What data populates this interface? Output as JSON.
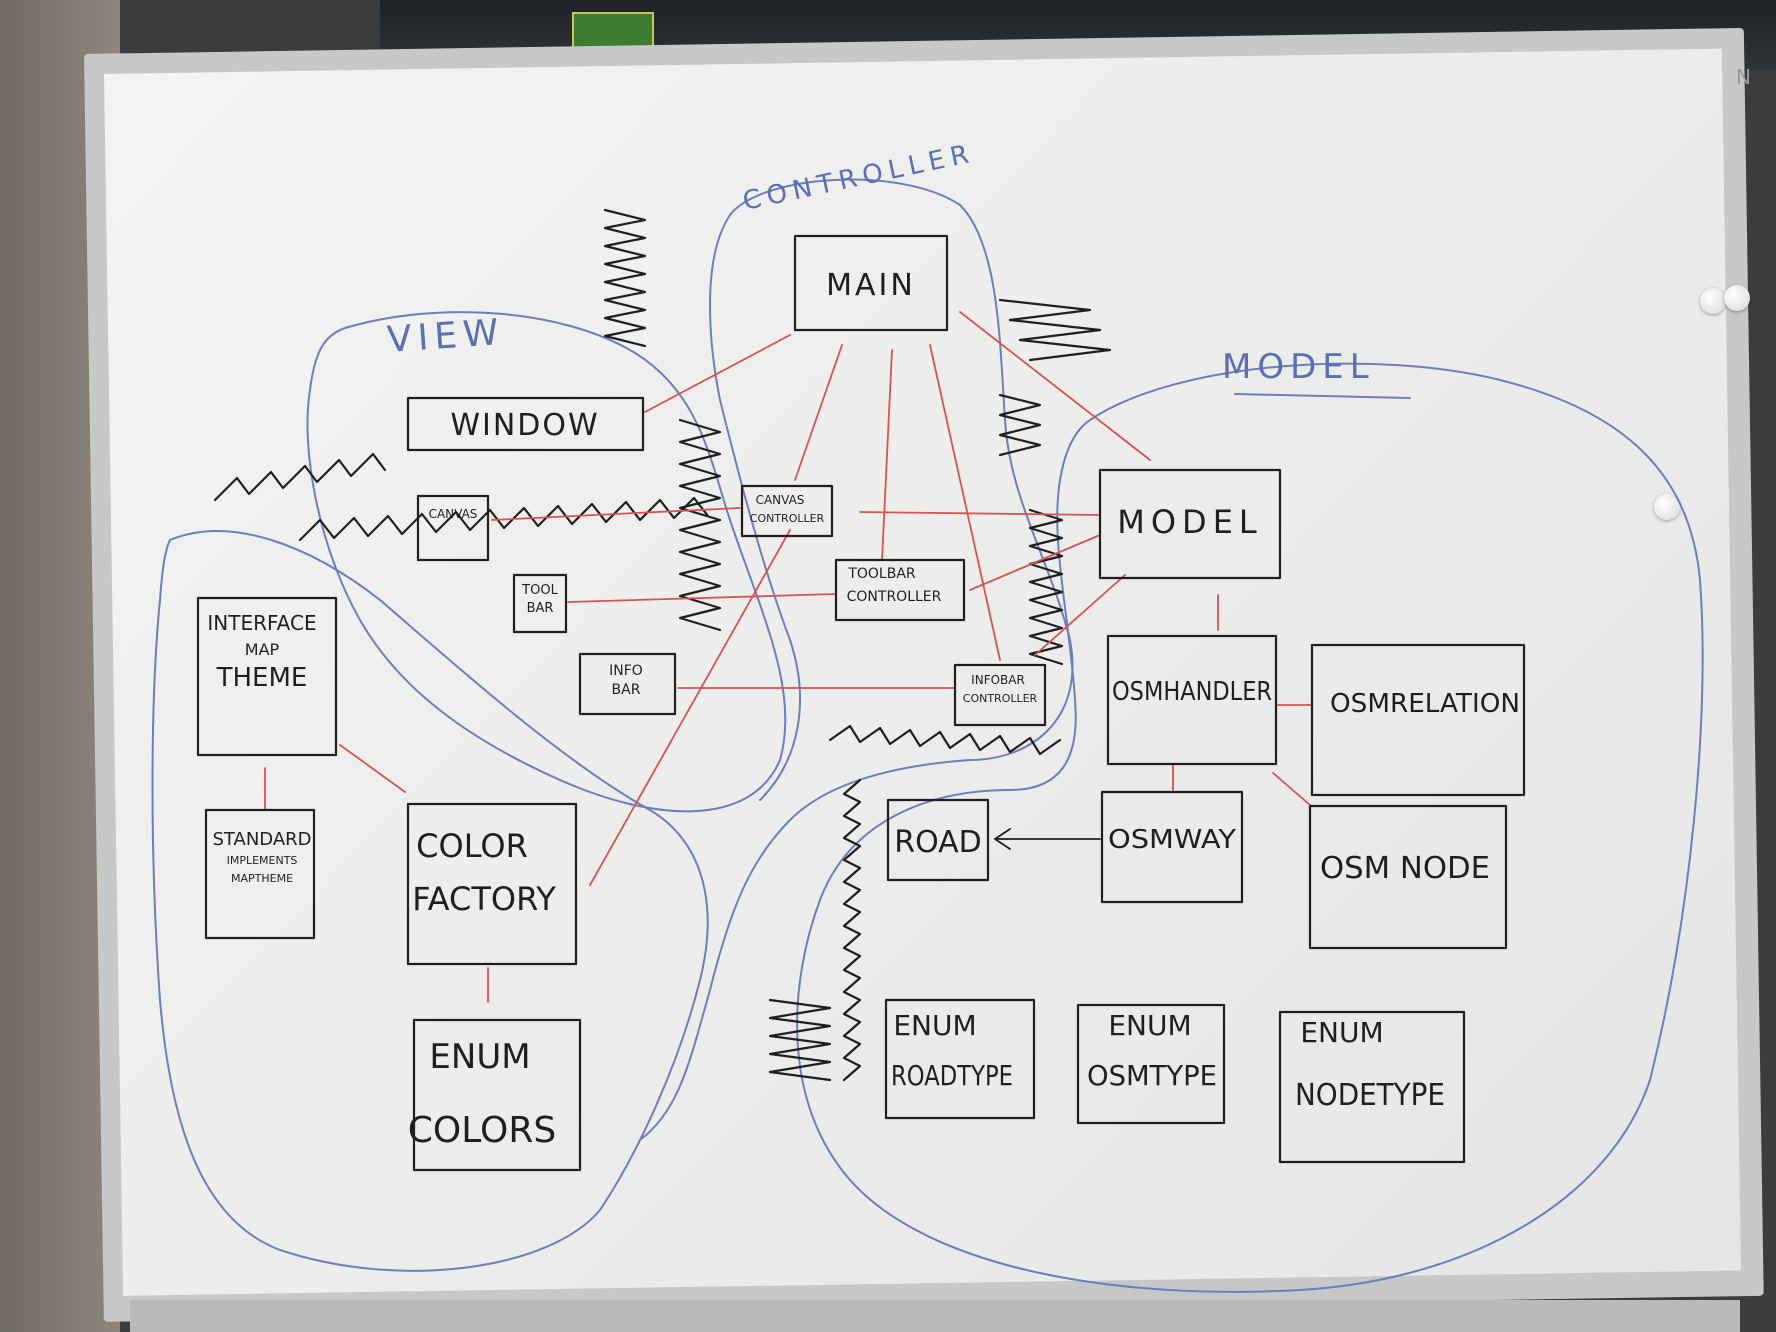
{
  "groups": {
    "controller": "CONTROLLER",
    "view": "VIEW",
    "model": "MODEL"
  },
  "boxes": {
    "main": "MAIN",
    "window": "WINDOW",
    "canvas": "CANVAS",
    "toolbar": [
      "TOOL",
      "BAR"
    ],
    "infobar": [
      "INFO",
      "BAR"
    ],
    "canvas_controller": [
      "CANVAS",
      "CONTROLLER"
    ],
    "toolbar_controller": [
      "TOOLBAR",
      "CONTROLLER"
    ],
    "infobar_controller": [
      "INFOBAR",
      "CONTROLLER"
    ],
    "interface_map_theme": [
      "INTERFACE",
      "MAP",
      "THEME"
    ],
    "standard_impl_map_theme": [
      "STANDARD",
      "IMPLEMENTS",
      "MAPTHEME"
    ],
    "color_factory": [
      "COLOR",
      "FACTORY"
    ],
    "enum_colors": [
      "ENUM",
      "COLORS"
    ],
    "model": "MODEL",
    "osm_handler": "OSMHANDLER",
    "osm_relation": "OSMRELATION",
    "road": "ROAD",
    "osm_way": "OSMWAY",
    "osm_node": "OSM NODE",
    "enum_roadtype": [
      "ENUM",
      "ROADTYPE"
    ],
    "enum_osmtype": [
      "ENUM",
      "OSMTYPE"
    ],
    "enum_nodetype": [
      "ENUM",
      "NODETYPE"
    ]
  },
  "corner_mark": "N",
  "colors": {
    "marker_black": "#1f1f1f",
    "marker_blue": "#6b7fbf",
    "marker_red": "#d9534f"
  }
}
